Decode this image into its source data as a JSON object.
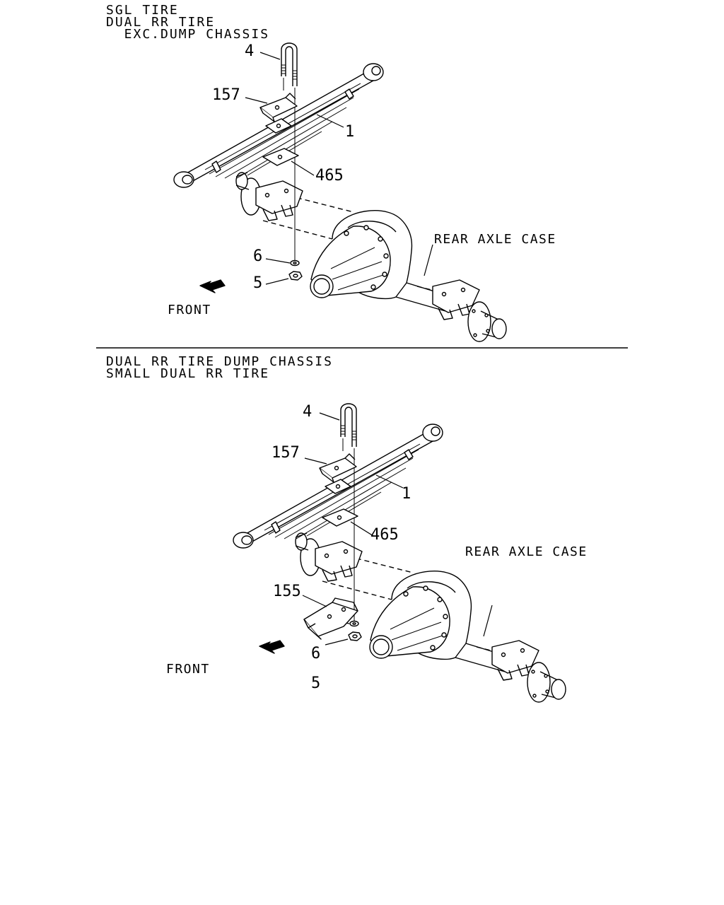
{
  "panel1": {
    "header": [
      "SGL TIRE",
      "DUAL RR TIRE",
      "  EXC.DUMP CHASSIS"
    ],
    "callouts": {
      "c4": "4",
      "c157": "157",
      "c1": "1",
      "c465": "465",
      "c6": "6",
      "c5": "5"
    },
    "axle_label": "REAR AXLE CASE",
    "front_label": "FRONT"
  },
  "panel2": {
    "header": [
      "DUAL RR TIRE DUMP CHASSIS",
      "SMALL DUAL RR TIRE"
    ],
    "callouts": {
      "c4": "4",
      "c157": "157",
      "c1": "1",
      "c465": "465",
      "c155": "155",
      "c6": "6",
      "c5": "5"
    },
    "axle_label": "REAR AXLE CASE",
    "front_label": "FRONT"
  },
  "colors": {
    "ink": "#000000",
    "paper": "#ffffff"
  }
}
